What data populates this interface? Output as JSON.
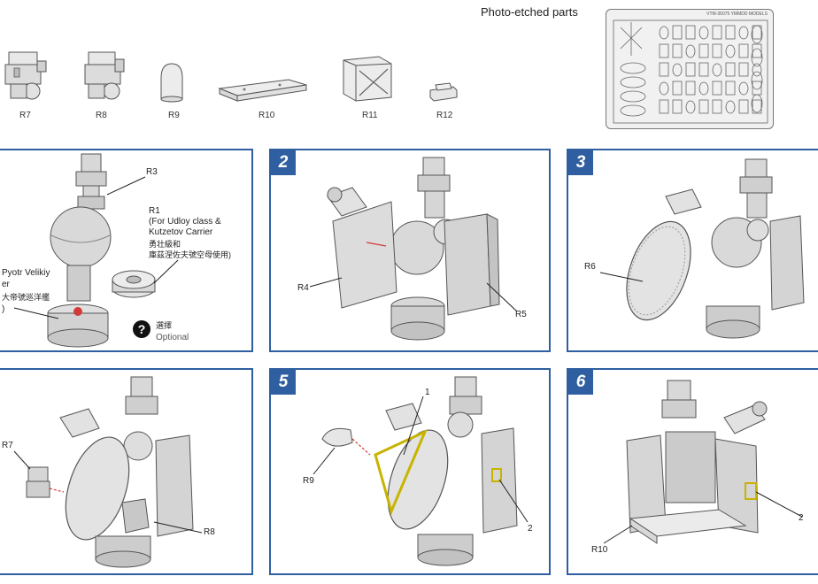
{
  "photo_etched": {
    "title": "Photo-etched parts",
    "fret_code": "VTM-35075 YMMDD MODELS"
  },
  "parts": [
    {
      "label": "R7"
    },
    {
      "label": "R8"
    },
    {
      "label": "R9"
    },
    {
      "label": "R10"
    },
    {
      "label": "R11"
    },
    {
      "label": "R12"
    }
  ],
  "step1": {
    "callout_r3": "R3",
    "r1_label": "R1",
    "r1_note_en_1": "(For Udloy class &",
    "r1_note_en_2": "Kutzetov Carrier",
    "r1_note_cn_1": "勇壮級和",
    "r1_note_cn_2": "庫茲涅佐夫號空母使用)",
    "left_note_en_1": "Pyotr Velikiy",
    "left_note_en_2": "er",
    "left_note_cn": "大帝號巡洋艦",
    "left_note_paren": ")",
    "optional_cn": "選擇",
    "optional_en": "Optional",
    "optional_icon": "?"
  },
  "step2": {
    "number": "2",
    "callout_r4": "R4",
    "callout_r5": "R5"
  },
  "step3": {
    "number": "3",
    "callout_r6": "R6"
  },
  "step4": {
    "callout_r7": "R7",
    "callout_r8": "R8"
  },
  "step5": {
    "number": "5",
    "callout_1": "1",
    "callout_r9": "R9",
    "callout_2": "2"
  },
  "step6": {
    "number": "6",
    "callout_r10": "R10",
    "callout_2": "2"
  },
  "colors": {
    "step_blue": "#2f5fa0",
    "part_grey": "#cfcfcf",
    "leader_red": "#d23a3a",
    "pe_yellow": "#c8b400"
  }
}
